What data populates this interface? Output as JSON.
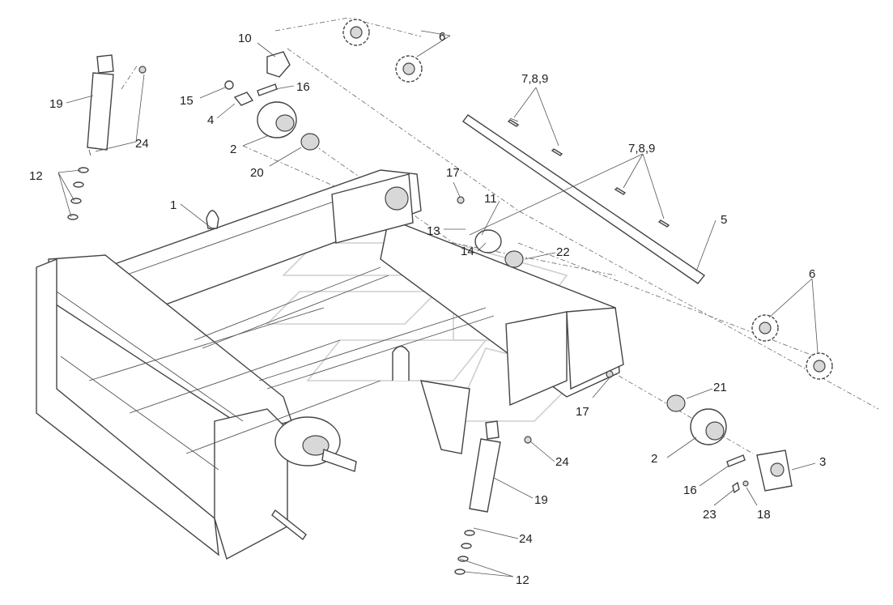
{
  "labels": {
    "l1": "1",
    "l2a": "2",
    "l2b": "2",
    "l3": "3",
    "l4": "4",
    "l5": "5",
    "l6a": "6",
    "l6b": "6",
    "l789a": "7,8,9",
    "l789b": "7,8,9",
    "l10": "10",
    "l11": "11",
    "l12a": "12",
    "l12b": "12",
    "l13": "13",
    "l14": "14",
    "l15": "15",
    "l16a": "16",
    "l16b": "16",
    "l17a": "17",
    "l17b": "17",
    "l18": "18",
    "l19a": "19",
    "l19b": "19",
    "l20": "20",
    "l21": "21",
    "l22": "22",
    "l23": "23",
    "l24a": "24",
    "l24b": "24",
    "l24c": "24"
  }
}
